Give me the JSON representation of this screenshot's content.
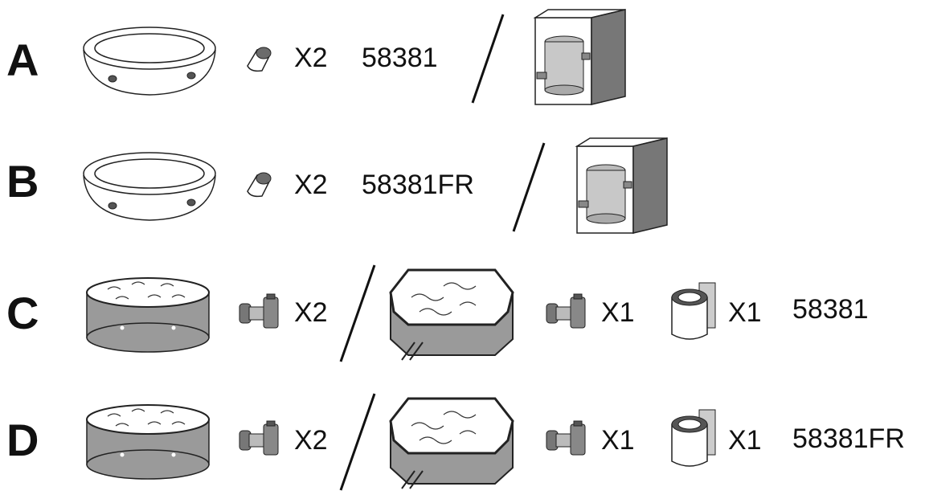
{
  "rows": [
    {
      "letter": "A",
      "qty_a": "X2",
      "model": "58381"
    },
    {
      "letter": "B",
      "qty_a": "X2",
      "model": "58381FR"
    },
    {
      "letter": "C",
      "qty_a": "X2",
      "qty_b": "X1",
      "qty_c": "X1",
      "model": "58381"
    },
    {
      "letter": "D",
      "qty_a": "X2",
      "qty_b": "X1",
      "qty_c": "X1",
      "model": "58381FR"
    }
  ]
}
